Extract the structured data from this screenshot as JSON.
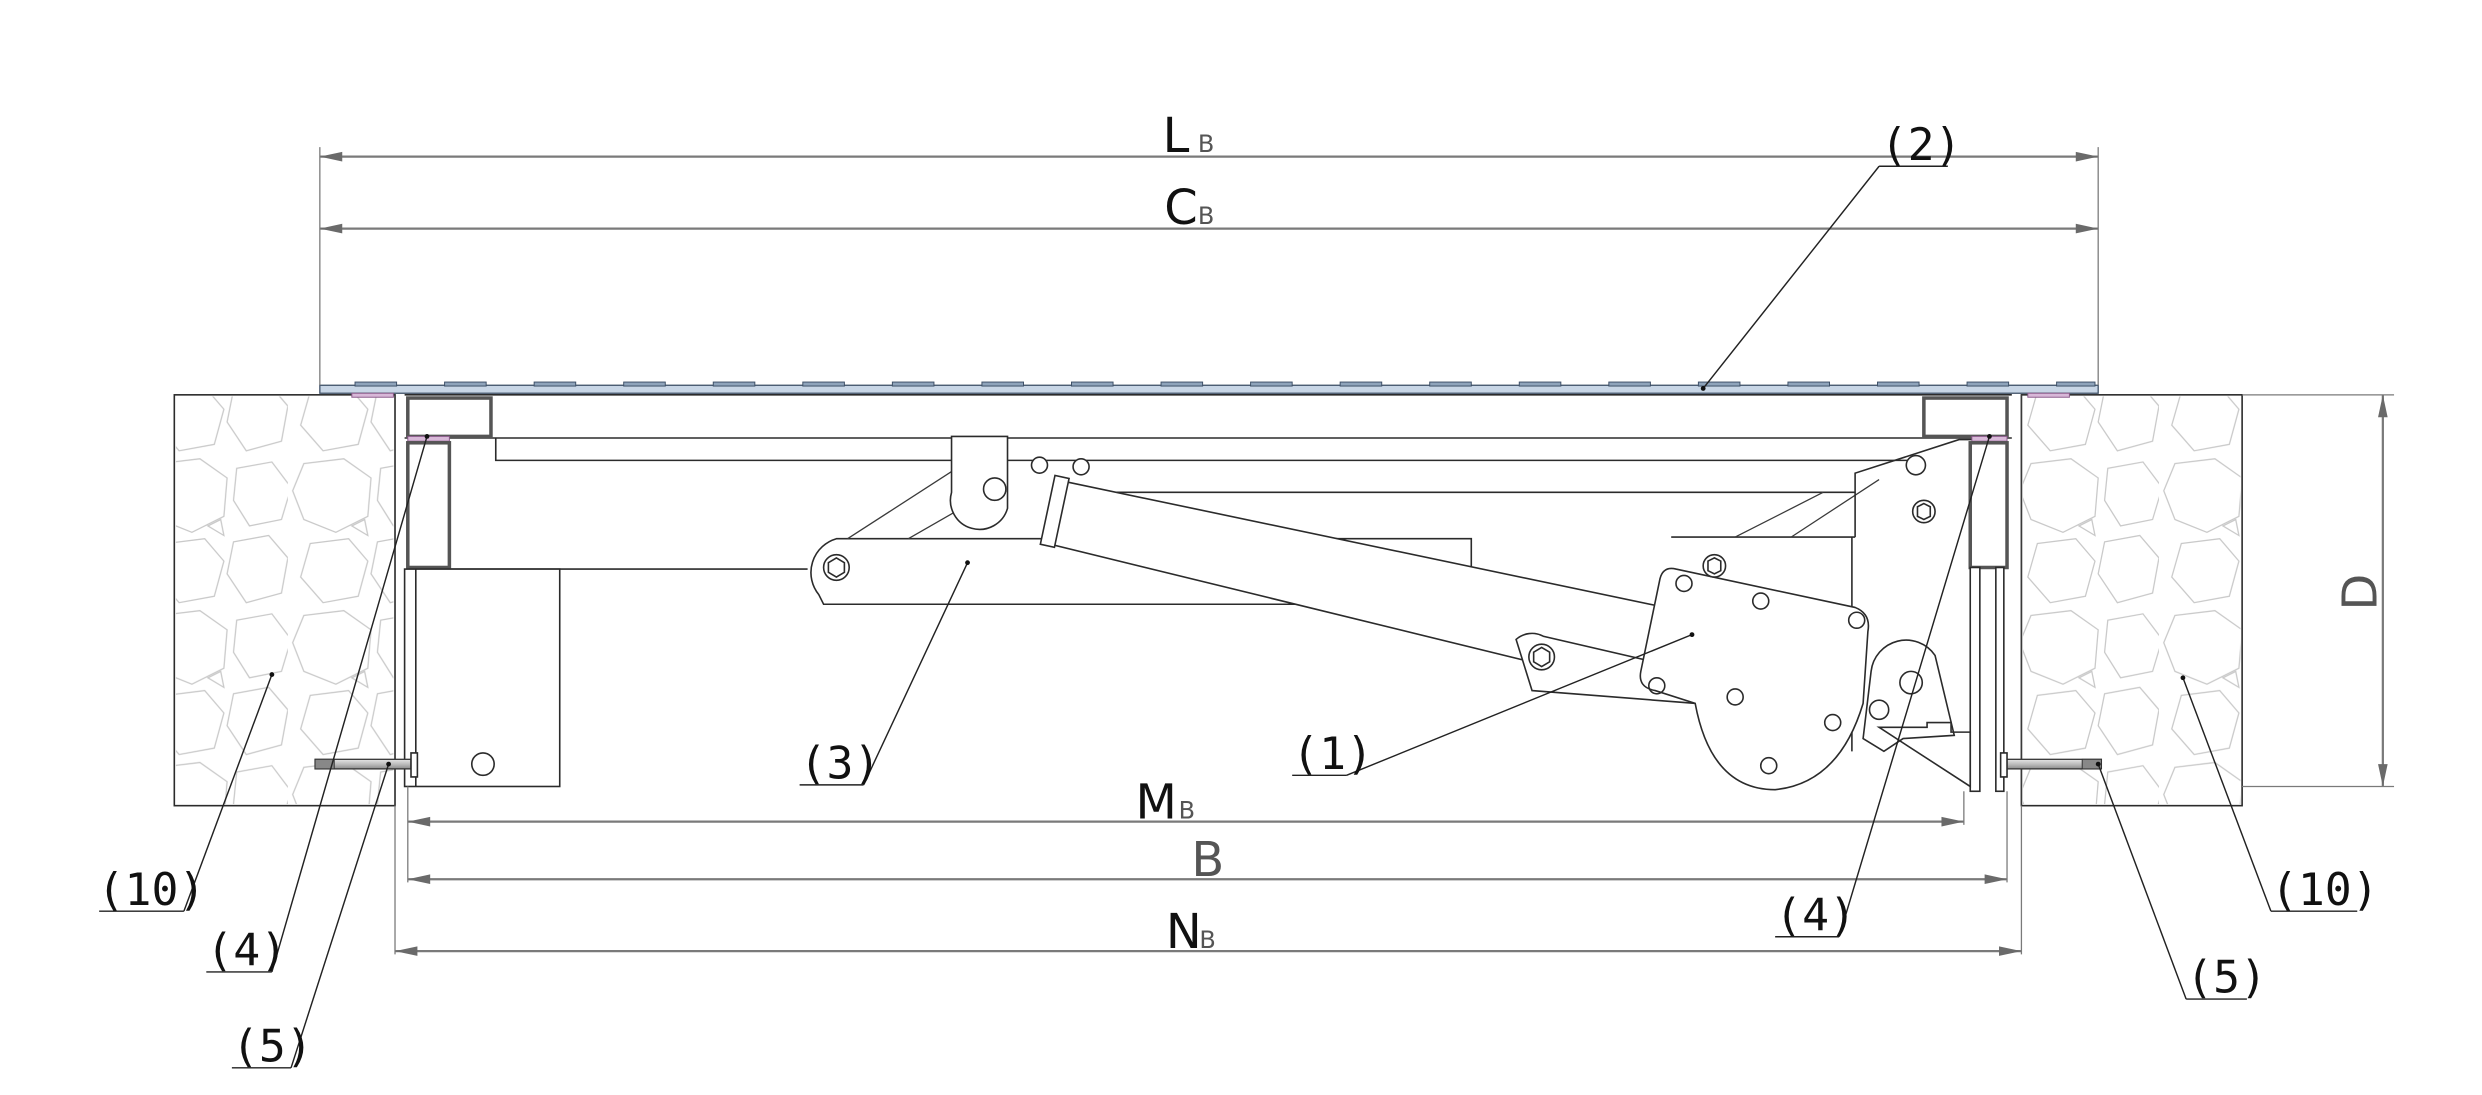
{
  "drawing": {
    "type": "technical cross-section",
    "subject": "Dock leveller in concrete pit",
    "colors": {
      "line": "#2b2b2b",
      "dimension": "#7a7a7a",
      "grating": "#c8d6e6",
      "gasket": "#d8b8d8",
      "concrete_stone": "#c9c9c9"
    }
  },
  "dimensions": {
    "LB": {
      "main": "L",
      "sub": "B"
    },
    "CB": {
      "main": "C",
      "sub": "B"
    },
    "MB": {
      "main": "M",
      "sub": "B"
    },
    "B": {
      "main": "B"
    },
    "NB": {
      "main": "N",
      "sub": "B"
    },
    "D": {
      "main": "D"
    }
  },
  "callouts": {
    "c1": "(1)",
    "c2": "(2)",
    "c3": "(3)",
    "c4_left": "(4)",
    "c4_right": "(4)",
    "c5_left": "(5)",
    "c5_right": "(5)",
    "c10_left": "(10)",
    "c10_right": "(10)"
  }
}
